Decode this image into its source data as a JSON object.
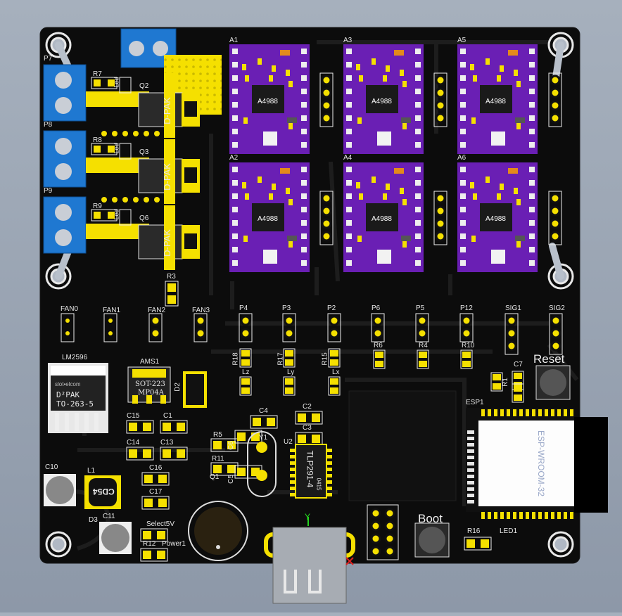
{
  "board": {
    "drivers": [
      {
        "ref": "A1",
        "chip": "A4988"
      },
      {
        "ref": "A3",
        "chip": "A4988"
      },
      {
        "ref": "A5",
        "chip": "A4988"
      },
      {
        "ref": "A2",
        "chip": "A4988"
      },
      {
        "ref": "A4",
        "chip": "A4988"
      },
      {
        "ref": "A6",
        "chip": "A4988"
      }
    ],
    "terminals": [
      "P7",
      "P8",
      "P9"
    ],
    "mosfets": [
      {
        "ref": "Q2",
        "pkg": "D-PAK"
      },
      {
        "ref": "Q3",
        "pkg": "D-PAK"
      },
      {
        "ref": "Q6",
        "pkg": "D-PAK"
      }
    ],
    "resistors_top": [
      "R7",
      "R8",
      "R9"
    ],
    "led_labels": [
      "Led",
      "Led",
      "Led"
    ],
    "r3": "R3",
    "headers_row": [
      "FAN0",
      "FAN1",
      "FAN2",
      "FAN3",
      "P4",
      "P3",
      "P2",
      "P6",
      "P5",
      "P12",
      "SIG1",
      "SIG2"
    ],
    "mid_resistors": [
      "R18",
      "R17",
      "R15",
      "R6",
      "R4",
      "R10"
    ],
    "led_letters": [
      "Lz",
      "Ly",
      "Lx"
    ],
    "regulator": {
      "ref": "LM2596",
      "line1": "D²PAK",
      "line2": "TO-263-5",
      "brand": "slot•elcom"
    },
    "ams": {
      "ref": "AMS1",
      "line1": "SOT-223",
      "line2": "MP04A"
    },
    "d2": "D2",
    "caps": [
      "C15",
      "C1",
      "C14",
      "C13",
      "C16",
      "C17",
      "C4",
      "C2",
      "C3",
      "C5",
      "C6",
      "C7",
      "C10",
      "C11"
    ],
    "misc_refs": [
      "R5",
      "R11",
      "Q1",
      "Y1",
      "U2",
      "R1",
      "L1",
      "D3",
      "R12",
      "R16",
      "LED1",
      "ESP1"
    ],
    "inductor_mark": "CD54",
    "optocoupler": "TLP291-4",
    "opto_code": "0415",
    "esp_module": "ESP-WROOM-32",
    "buttons": {
      "reset": "Reset",
      "boot": "Boot"
    },
    "select": "Select5V",
    "power": "Power1",
    "axis_y": "Y",
    "colors": {
      "pcb": "#0d0d0d",
      "silk": "#f2f2f2",
      "pad": "#f5e000",
      "driver": "#6a1fb4",
      "terminal": "#1f78d1"
    }
  }
}
